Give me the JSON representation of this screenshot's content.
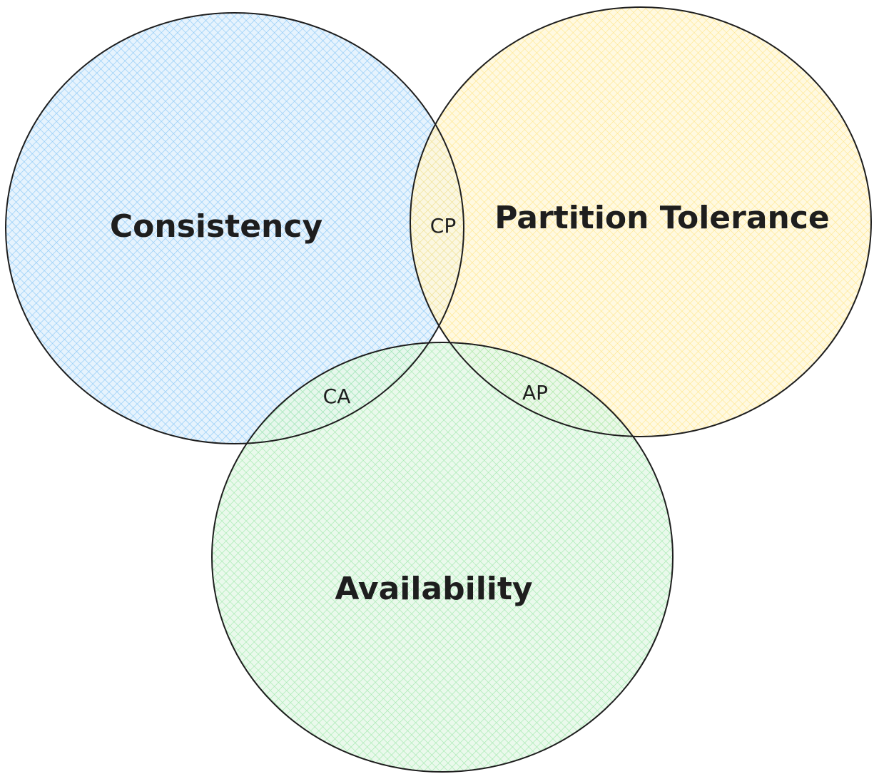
{
  "title": "CAP theorem Venn diagram",
  "sets": [
    {
      "id": "consistency",
      "label": "Consistency",
      "color": "#a5d8ff"
    },
    {
      "id": "partition",
      "label": "Partition Tolerance",
      "color": "#ffec99"
    },
    {
      "id": "availability",
      "label": "Availability",
      "color": "#b2f2bb"
    }
  ],
  "intersections": {
    "cp": "CP",
    "ca": "CA",
    "ap": "AP"
  },
  "stroke_color": "#1e1e1e"
}
